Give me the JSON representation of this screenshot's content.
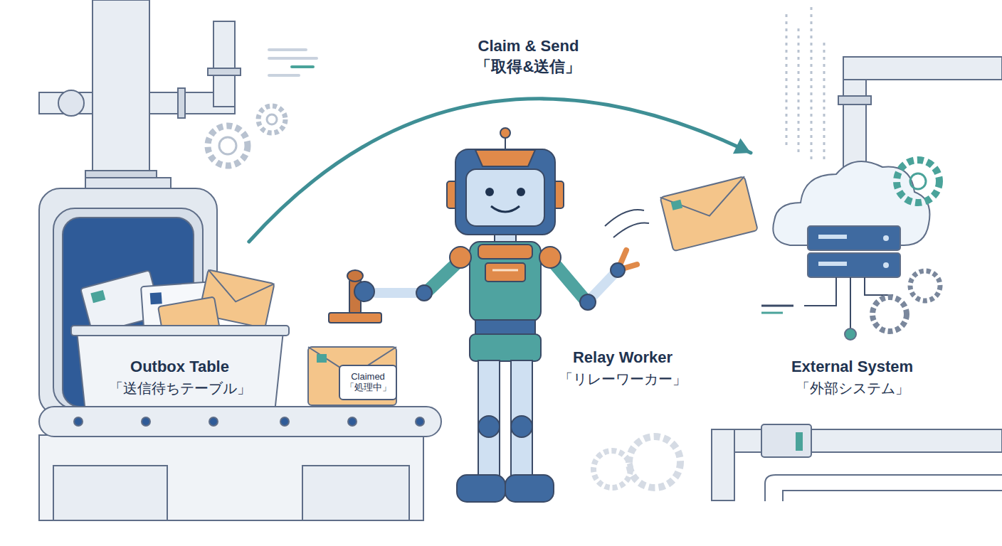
{
  "diagram": {
    "nodes": [
      {
        "text": [
          "Outbox Table",
          "「送信待ちテーブル」"
        ]
      },
      {
        "text": [
          "Claimed",
          "「処理中」"
        ]
      },
      {
        "text": [
          "Relay Worker",
          "「リレーワーカー」"
        ]
      },
      {
        "text": [
          "External System",
          "「外部システム」"
        ]
      }
    ],
    "edges": [
      {
        "from": 0,
        "to": 3,
        "arrow": "to",
        "label": "Claim & Send 「取得&送信」"
      }
    ]
  }
}
